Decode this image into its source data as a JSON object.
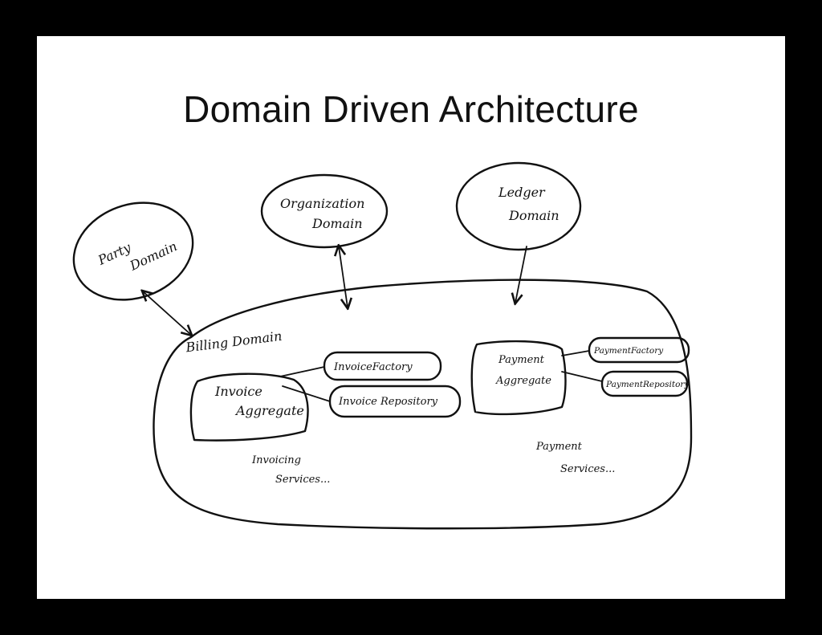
{
  "slide": {
    "title": "Domain Driven Architecture"
  },
  "diagram": {
    "party_domain": [
      "Party",
      "Domain"
    ],
    "organization_domain": [
      "Organization",
      "Domain"
    ],
    "ledger_domain": [
      "Ledger",
      "Domain"
    ],
    "billing_domain": "Billing Domain",
    "invoice_aggregate": [
      "Invoice",
      "Aggregate"
    ],
    "invoice_factory": "InvoiceFactory",
    "invoice_repository": "Invoice Repository",
    "payment_aggregate": [
      "Payment",
      "Aggregate"
    ],
    "payment_factory": "PaymentFactory",
    "payment_repository": "PaymentRepository",
    "invoicing_services": [
      "Invoicing",
      "Services..."
    ],
    "payment_services": [
      "Payment",
      "Services..."
    ]
  }
}
